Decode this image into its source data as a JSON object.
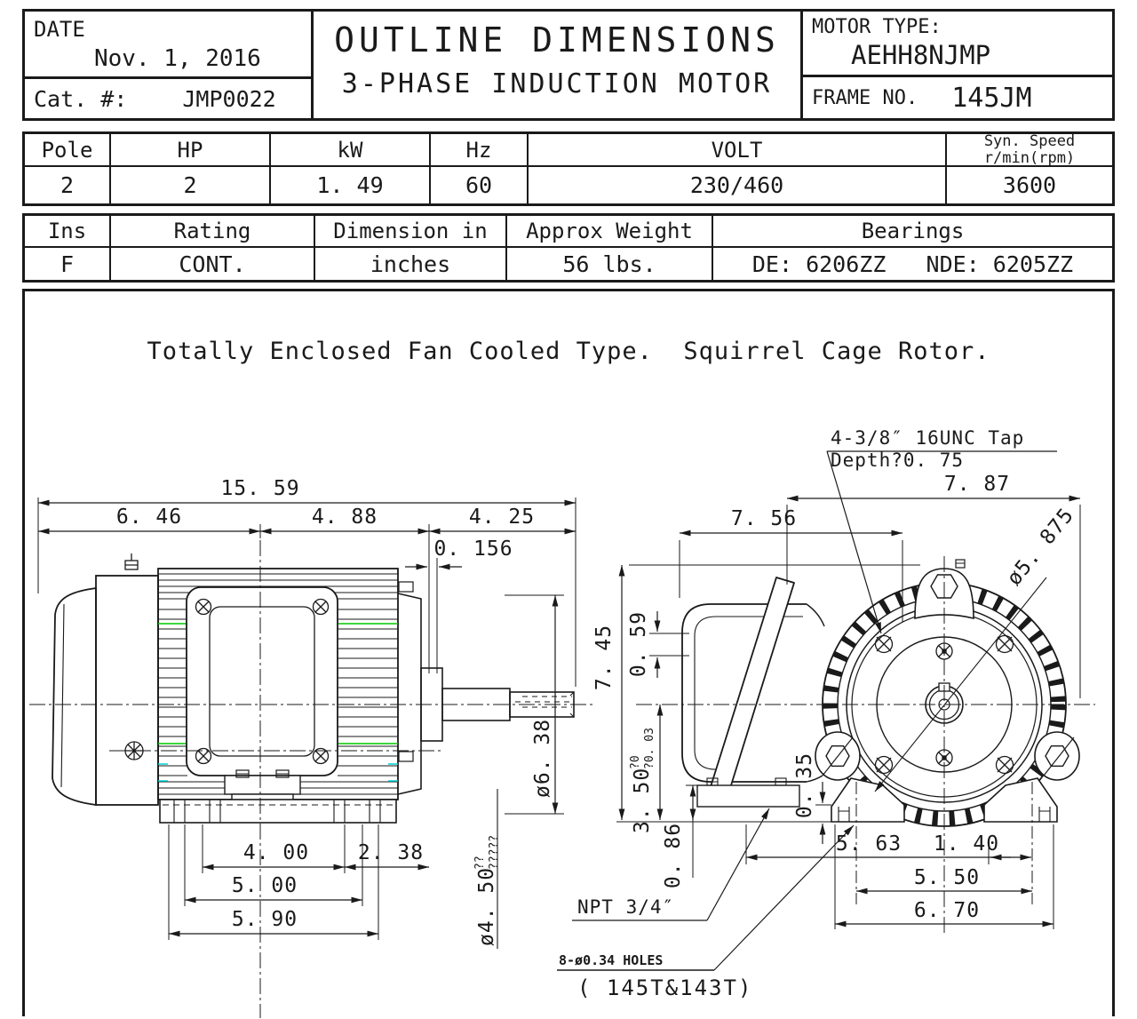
{
  "sheet": {
    "background": "#ffffff",
    "line_color": "#1a1a1a",
    "accent_green": "#00c800",
    "accent_cyan": "#00d2d2"
  },
  "title_block": {
    "date_label": "DATE",
    "date_value": "Nov. 1, 2016",
    "cat_label": "Cat. #:",
    "cat_value": "JMP0022",
    "title_line1": "OUTLINE DIMENSIONS",
    "title_line2": "3-PHASE INDUCTION MOTOR",
    "motor_type_label": "MOTOR TYPE:",
    "motor_type_value": "AEHH8NJMP",
    "frame_label": "FRAME NO.",
    "frame_value": "145JM"
  },
  "ratings_table": {
    "col_pole": "Pole",
    "col_hp": "HP",
    "col_kw": "kW",
    "col_hz": "Hz",
    "col_volt": "VOLT",
    "col_speed_1": "Syn. Speed",
    "col_speed_2": "r/min(rpm)",
    "pole": "2",
    "hp": "2",
    "kw": "1. 49",
    "hz": "60",
    "volt": "230/460",
    "speed": "3600"
  },
  "details_table": {
    "col_ins": "Ins",
    "col_rating": "Rating",
    "col_dimension": "Dimension in",
    "col_weight": "Approx Weight",
    "col_bearings": "Bearings",
    "ins": "F",
    "rating": "CONT.",
    "dimension": "inches",
    "weight": "56 lbs.",
    "bearings": "DE: 6206ZZ   NDE: 6205ZZ"
  },
  "note": "Totally Enclosed Fan Cooled Type.  Squirrel Cage Rotor.",
  "side_view": {
    "dims": {
      "overall": "15. 59",
      "fan_section": "6. 46",
      "frame_section": "4. 88",
      "shaft_section": "4. 25",
      "key_height": "0. 156",
      "body_dia": "ø6. 38",
      "shaft_dia": "ø4. 50",
      "shaft_dia_tol_up": "??",
      "shaft_dia_tol_dn": "?????",
      "foot_holes": "4. 00",
      "shaft_ext": "2. 38",
      "foot_pads": "5. 00",
      "base_len": "5. 90"
    }
  },
  "end_view": {
    "dims": {
      "overall_w": "7. 87",
      "box_w": "7. 56",
      "bolt_circle": "ø5. 875",
      "overall_h": "7. 45",
      "top_h": "0. 59",
      "shaft_height": "3. 50",
      "shaft_height_tol_up": "?0",
      "shaft_height_tol_dn": "?0. 03",
      "pad_h": "0. 35",
      "box_drop": "0. 86",
      "cl_to_box": "5. 63",
      "cl_to_hole": "1. 40",
      "hole_span": "5. 50",
      "foot_w": "6. 70"
    },
    "labels": {
      "tap_line1": "4-3/8″  16UNC Tap",
      "tap_line2": "Depth?0. 75",
      "conduit": "NPT 3/4″",
      "holes": "8-ø0.34 HOLES",
      "holes_frames": "( 145T&143T)"
    }
  }
}
